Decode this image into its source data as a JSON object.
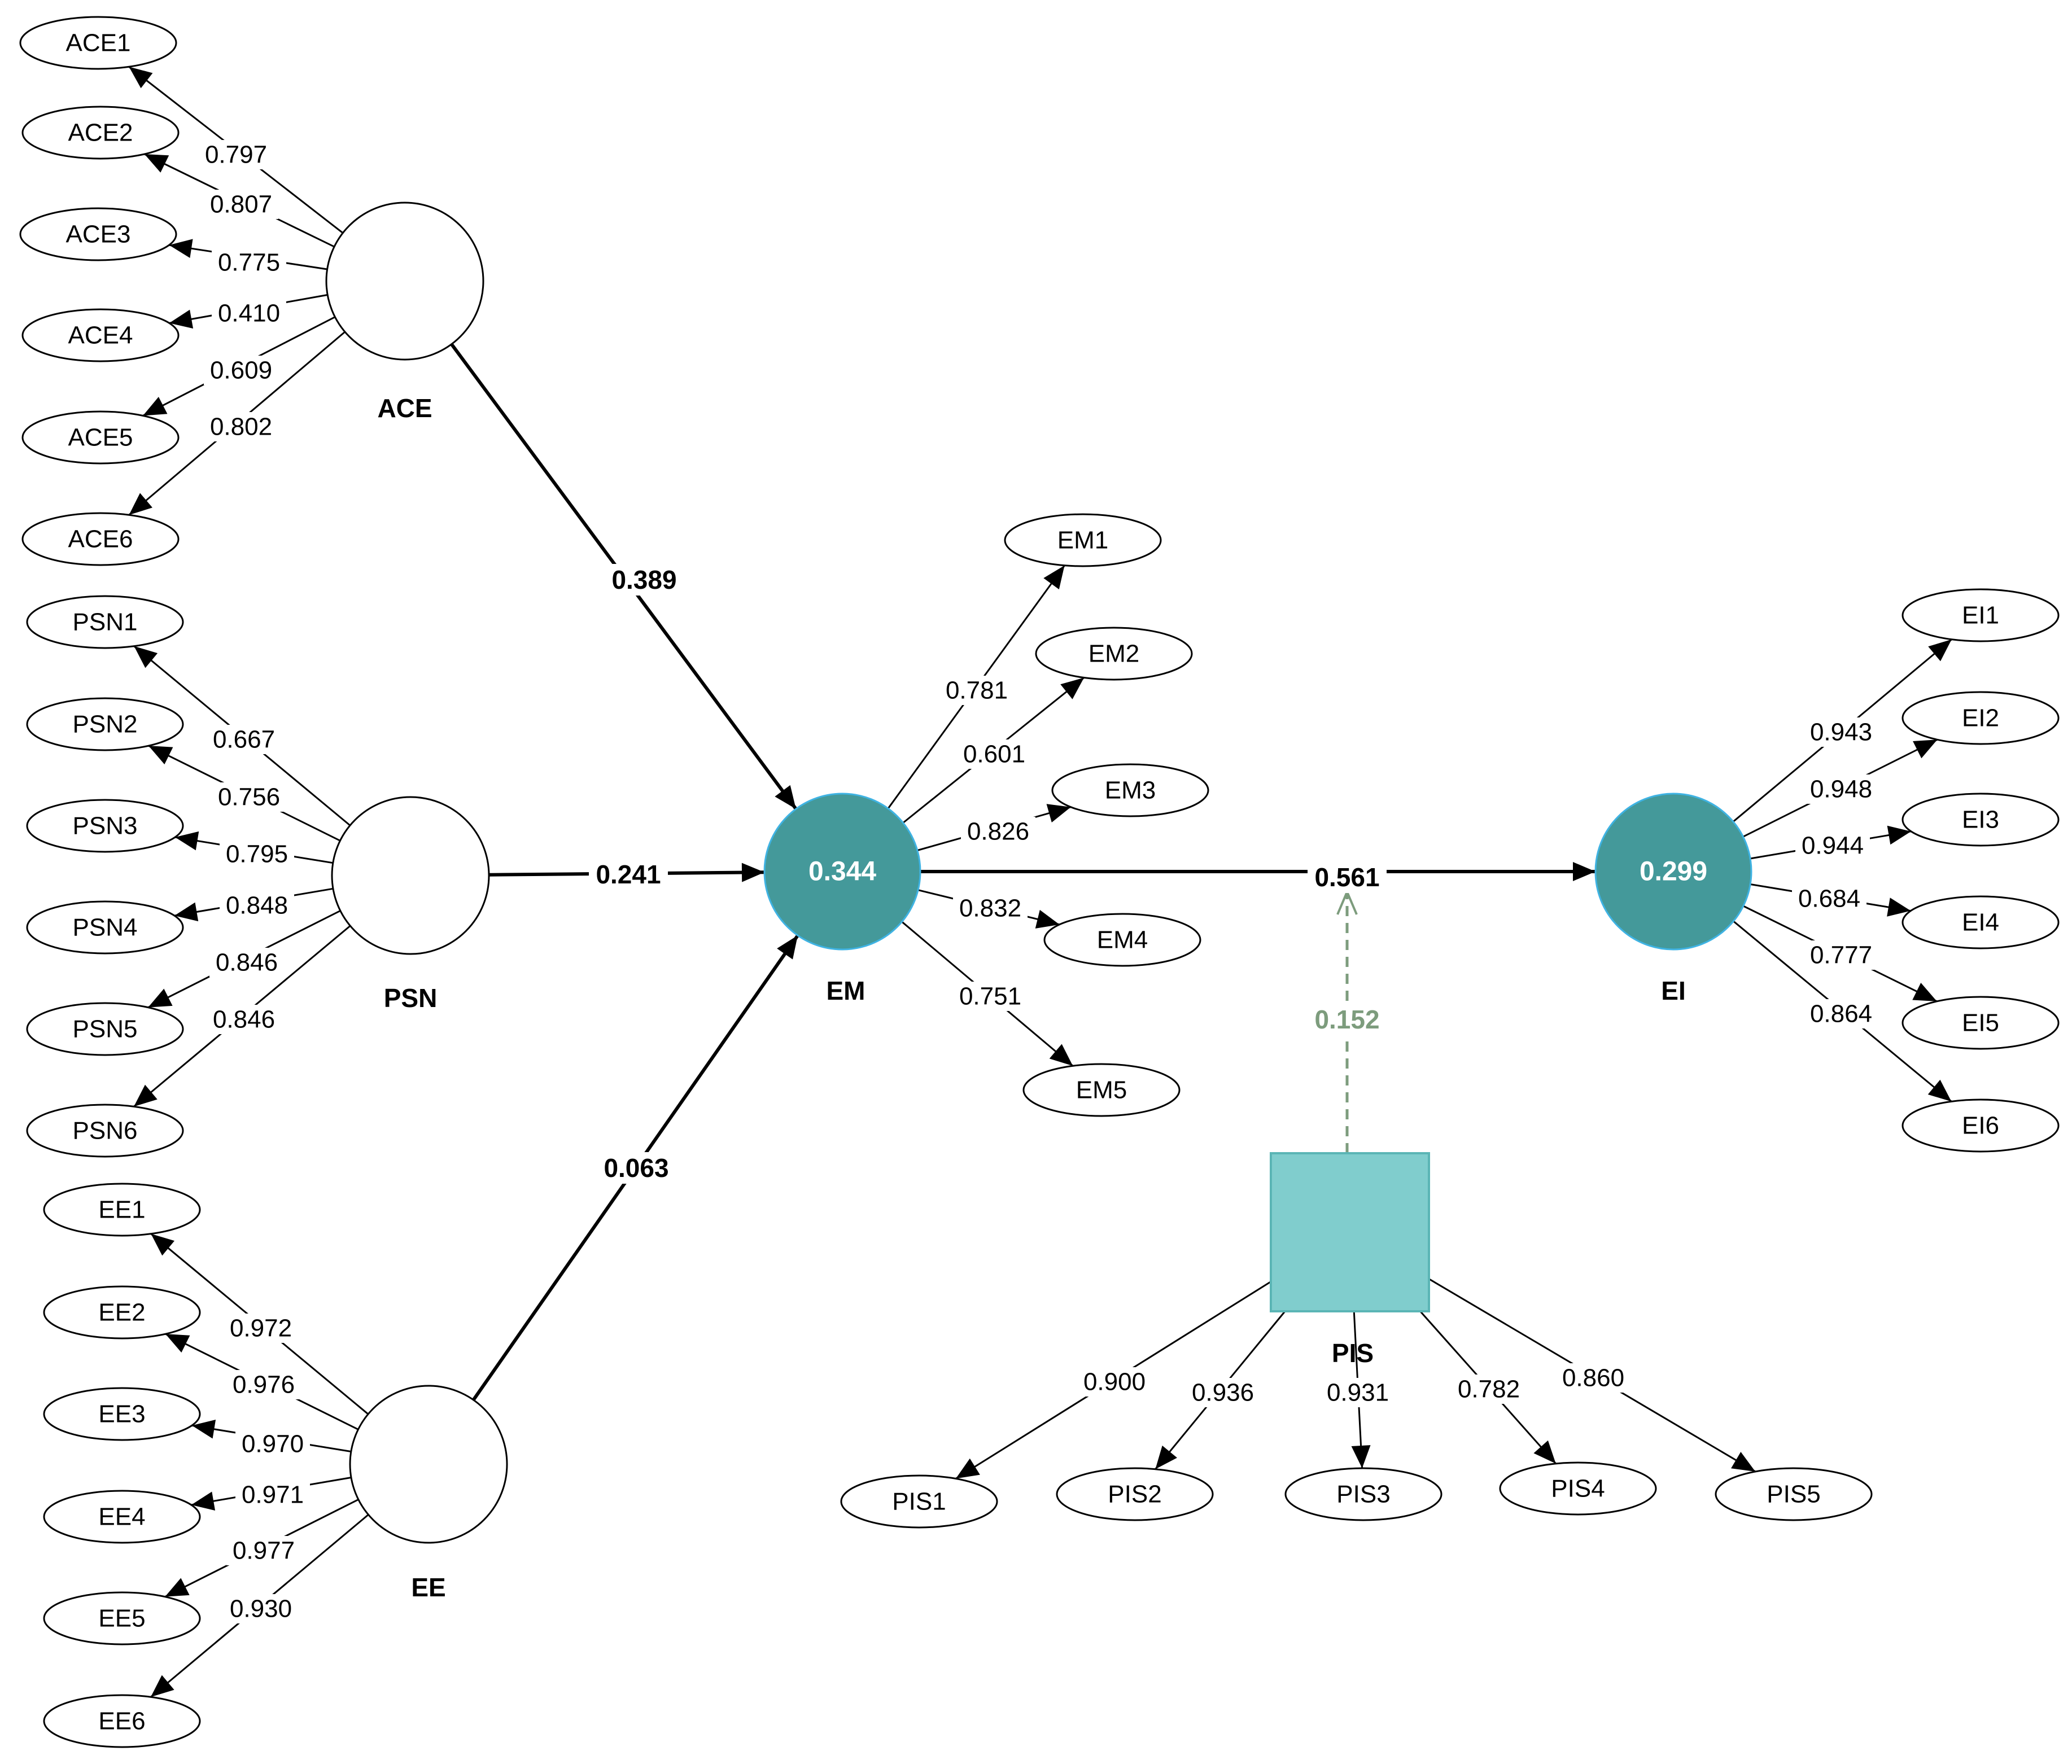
{
  "colors": {
    "endogenous_fill": "#44999a",
    "endogenous_stroke": "#3fb3e3",
    "moderator_fill": "#80cdcd",
    "moderator_stroke": "#5bb5b5",
    "moderation_path": "#7d9c7d",
    "line": "#000000"
  },
  "latent": {
    "ACE": {
      "name": "ACE",
      "r2": ""
    },
    "PSN": {
      "name": "PSN",
      "r2": ""
    },
    "EE": {
      "name": "EE",
      "r2": ""
    },
    "EM": {
      "name": "EM",
      "r2": "0.344"
    },
    "EI": {
      "name": "EI",
      "r2": "0.299"
    },
    "PIS": {
      "name": "PIS"
    }
  },
  "indicators": {
    "ACE": [
      {
        "name": "ACE1",
        "loading": "0.797"
      },
      {
        "name": "ACE2",
        "loading": "0.807"
      },
      {
        "name": "ACE3",
        "loading": "0.775"
      },
      {
        "name": "ACE4",
        "loading": "0.410"
      },
      {
        "name": "ACE5",
        "loading": "0.609"
      },
      {
        "name": "ACE6",
        "loading": "0.802"
      }
    ],
    "PSN": [
      {
        "name": "PSN1",
        "loading": "0.667"
      },
      {
        "name": "PSN2",
        "loading": "0.756"
      },
      {
        "name": "PSN3",
        "loading": "0.795"
      },
      {
        "name": "PSN4",
        "loading": "0.848"
      },
      {
        "name": "PSN5",
        "loading": "0.846"
      },
      {
        "name": "PSN6",
        "loading": "0.846"
      }
    ],
    "EE": [
      {
        "name": "EE1",
        "loading": "0.972"
      },
      {
        "name": "EE2",
        "loading": "0.976"
      },
      {
        "name": "EE3",
        "loading": "0.970"
      },
      {
        "name": "EE4",
        "loading": "0.971"
      },
      {
        "name": "EE5",
        "loading": "0.977"
      },
      {
        "name": "EE6",
        "loading": "0.930"
      }
    ],
    "EM": [
      {
        "name": "EM1",
        "loading": "0.781"
      },
      {
        "name": "EM2",
        "loading": "0.601"
      },
      {
        "name": "EM3",
        "loading": "0.826"
      },
      {
        "name": "EM4",
        "loading": "0.832"
      },
      {
        "name": "EM5",
        "loading": "0.751"
      }
    ],
    "EI": [
      {
        "name": "EI1",
        "loading": "0.943"
      },
      {
        "name": "EI2",
        "loading": "0.948"
      },
      {
        "name": "EI3",
        "loading": "0.944"
      },
      {
        "name": "EI4",
        "loading": "0.684"
      },
      {
        "name": "EI5",
        "loading": "0.777"
      },
      {
        "name": "EI6",
        "loading": "0.864"
      }
    ],
    "PIS": [
      {
        "name": "PIS1",
        "loading": "0.900"
      },
      {
        "name": "PIS2",
        "loading": "0.936"
      },
      {
        "name": "PIS3",
        "loading": "0.931"
      },
      {
        "name": "PIS4",
        "loading": "0.782"
      },
      {
        "name": "PIS5",
        "loading": "0.860"
      }
    ]
  },
  "paths": {
    "ACE_EM": "0.389",
    "PSN_EM": "0.241",
    "EE_EM": "0.063",
    "EM_EI": "0.561",
    "PIS_mod": "0.152"
  }
}
